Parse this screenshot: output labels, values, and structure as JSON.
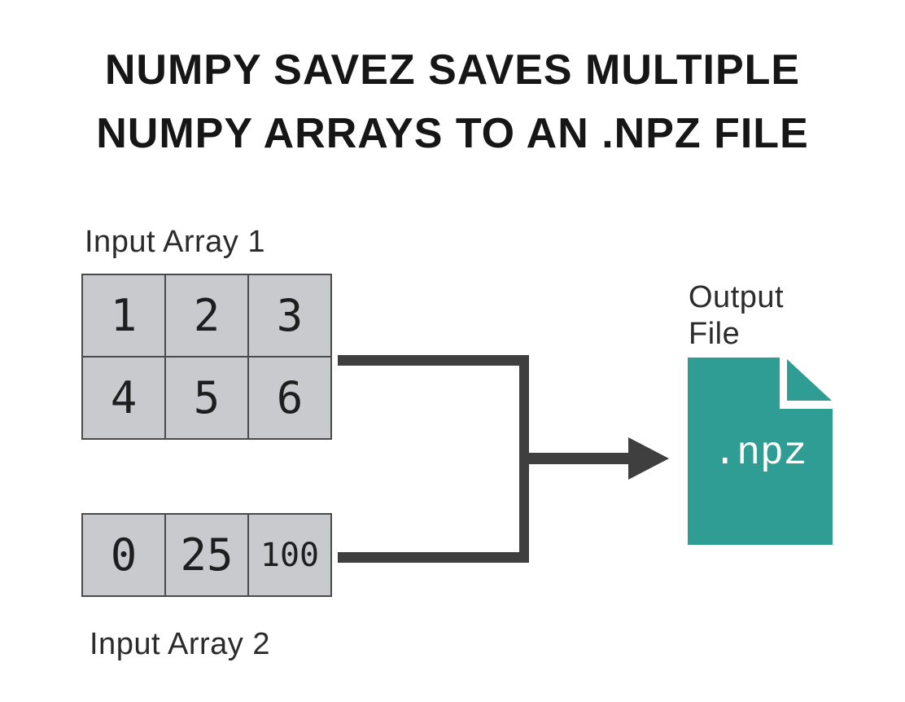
{
  "title": {
    "line1": "NUMPY SAVEZ SAVES MULTIPLE",
    "line2": "NUMPY ARRAYS TO AN .NPZ FILE"
  },
  "array1": {
    "label": "Input Array 1",
    "rows": [
      [
        "1",
        "2",
        "3"
      ],
      [
        "4",
        "5",
        "6"
      ]
    ]
  },
  "array2": {
    "label": "Input Array 2",
    "rows": [
      [
        "0",
        "25",
        "100"
      ]
    ]
  },
  "output": {
    "label_line1": "Output",
    "label_line2": "File",
    "file_extension": ".npz"
  },
  "colors": {
    "teal": "#2F9D93",
    "connector": "#3F3F3F",
    "cell_fill": "#C9CACD",
    "cell_border": "#4A4A4D",
    "title_text": "#161616",
    "label_text": "#2B2B2B",
    "file_text": "#FFFFFF"
  }
}
